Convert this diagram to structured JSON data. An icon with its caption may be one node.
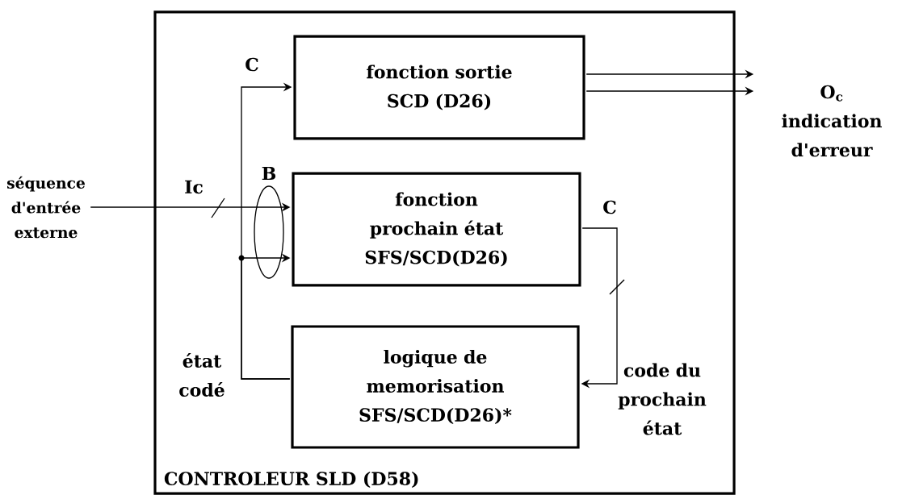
{
  "diagram": {
    "nodes": [
      {
        "text": [
          "CONTROLEUR SLD (D58)"
        ]
      },
      {
        "text": [
          "fonction sortie SCD (D26)"
        ],
        "in": 0
      },
      {
        "text": [
          "fonction prochain état SFS/SCD(D26)"
        ],
        "in": 0
      },
      {
        "text": [
          "logique de memorisation SFS/SCD(D26)*"
        ],
        "in": 0
      },
      {
        "text": [
          "séquence d'entrée externe"
        ]
      },
      {
        "text": [
          "O$_{c}$",
          "indication d'erreur"
        ]
      }
    ],
    "edges": [
      {
        "from": 4,
        "to": 2,
        "arrow": "to",
        "label": "Ic"
      },
      {
        "from": 3,
        "to": 1,
        "arrow": "to",
        "label": "C"
      },
      {
        "from": 3,
        "to": 2,
        "arrow": "to"
      },
      {
        "from": 2,
        "to": 3,
        "arrow": "to",
        "label": "C"
      },
      {
        "from": 1,
        "to": 5,
        "arrow": "to"
      },
      {
        "from": 1,
        "to": 5,
        "arrow": "to"
      }
    ],
    "labels": [
      "B",
      "état codé",
      "code du prochain état"
    ]
  }
}
